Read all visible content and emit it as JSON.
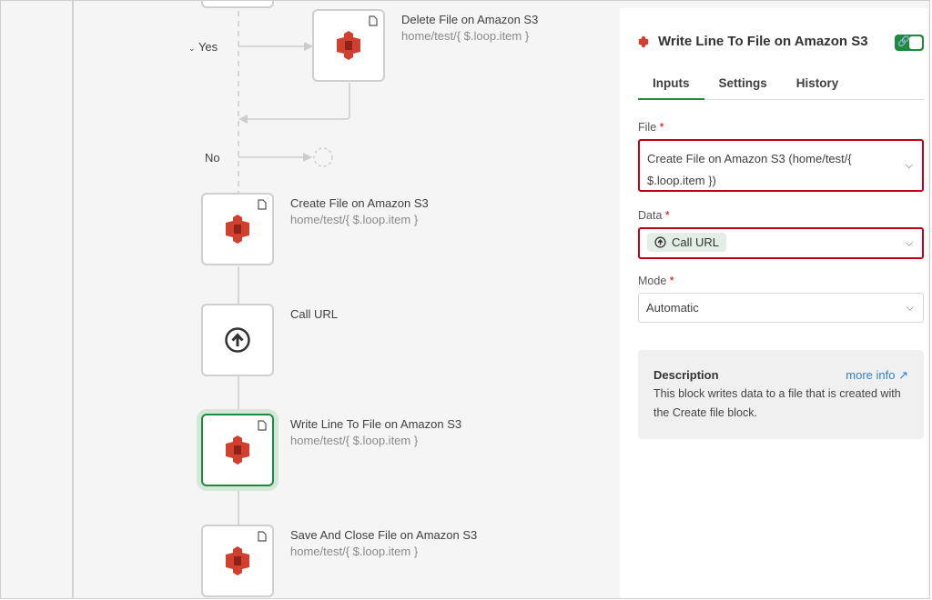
{
  "canvas": {
    "branch_yes": "Yes",
    "branch_no": "No",
    "blocks": [
      {
        "title": "Delete File on Amazon S3",
        "subtitle": "home/test/{ $.loop.item }",
        "icon": "amazon-s3-icon"
      },
      {
        "title": "Create File on Amazon S3",
        "subtitle": "home/test/{ $.loop.item }",
        "icon": "amazon-s3-icon"
      },
      {
        "title": "Call URL",
        "icon": "upload-circle-icon"
      },
      {
        "title": "Write Line To File on Amazon S3",
        "subtitle": "home/test/{ $.loop.item }",
        "icon": "amazon-s3-icon",
        "selected": true
      },
      {
        "title": "Save And Close File on Amazon S3",
        "subtitle": "home/test/{ $.loop.item }",
        "icon": "amazon-s3-icon"
      }
    ]
  },
  "panel": {
    "title": "Write Line To File on Amazon S3",
    "tabs": [
      "Inputs",
      "Settings",
      "History"
    ],
    "active_tab": "Inputs",
    "fields": {
      "file": {
        "label": "File",
        "required": "*",
        "value_line1": "Create File on Amazon S3 (home/test/{",
        "value_line2": "$.loop.item })"
      },
      "data": {
        "label": "Data",
        "required": "*",
        "value": "Call URL"
      },
      "mode": {
        "label": "Mode",
        "required": "*",
        "value": "Automatic"
      }
    },
    "description": {
      "heading": "Description",
      "more_info": "more info",
      "text": "This block writes data to a file that is created with the Create file block."
    }
  },
  "colors": {
    "accent": "#1e8a3e",
    "error": "#c00018",
    "s3": "#d13f2e",
    "link": "#2a85d8"
  }
}
